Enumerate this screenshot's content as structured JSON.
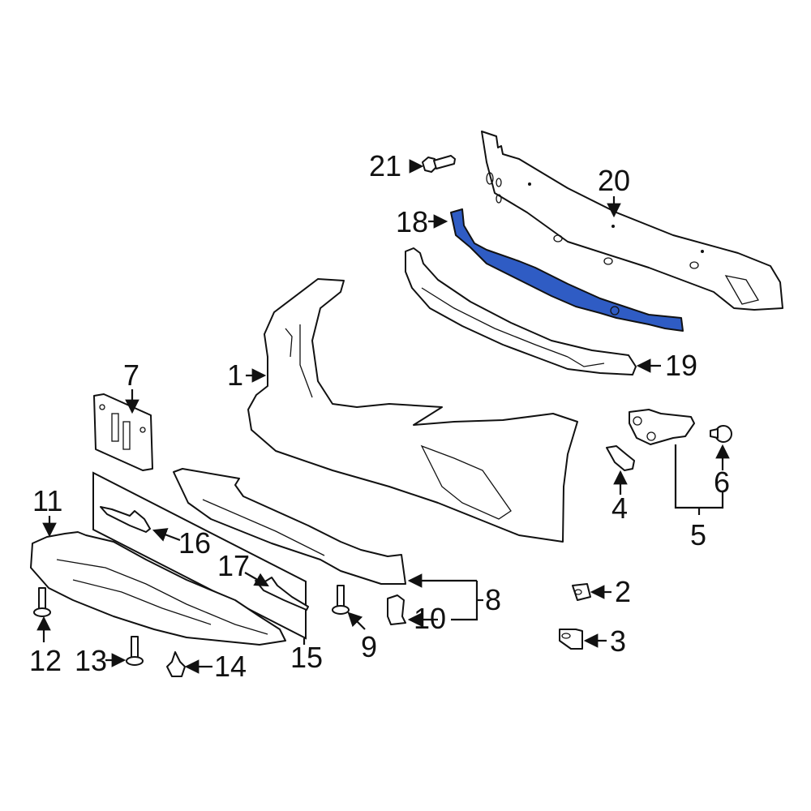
{
  "diagram": {
    "type": "parts-exploded-view",
    "subject": "Front bumper assembly",
    "highlight_color": "#2f5cc4",
    "highlighted_part": "18",
    "callouts": [
      {
        "id": "c1",
        "label": "1"
      },
      {
        "id": "c2",
        "label": "2"
      },
      {
        "id": "c3",
        "label": "3"
      },
      {
        "id": "c4",
        "label": "4"
      },
      {
        "id": "c5",
        "label": "5"
      },
      {
        "id": "c6",
        "label": "6"
      },
      {
        "id": "c7",
        "label": "7"
      },
      {
        "id": "c8",
        "label": "8"
      },
      {
        "id": "c9",
        "label": "9"
      },
      {
        "id": "c10",
        "label": "10"
      },
      {
        "id": "c11",
        "label": "11"
      },
      {
        "id": "c12",
        "label": "12"
      },
      {
        "id": "c13",
        "label": "13"
      },
      {
        "id": "c14",
        "label": "14"
      },
      {
        "id": "c15",
        "label": "15"
      },
      {
        "id": "c16",
        "label": "16"
      },
      {
        "id": "c17",
        "label": "17"
      },
      {
        "id": "c18",
        "label": "18"
      },
      {
        "id": "c19",
        "label": "19"
      },
      {
        "id": "c20",
        "label": "20"
      },
      {
        "id": "c21",
        "label": "21"
      }
    ]
  }
}
